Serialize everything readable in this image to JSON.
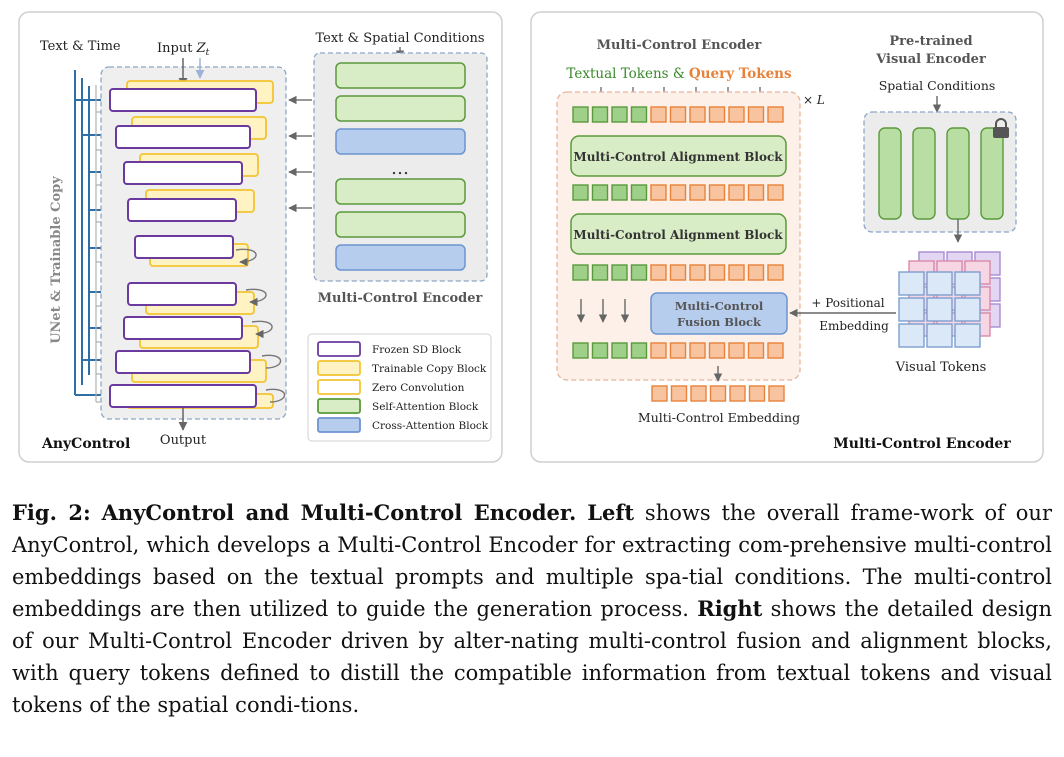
{
  "figure": {
    "left_panel": {
      "text_time_label": "Text & Time",
      "input_label_prefix": "Input ",
      "input_symbol": "Z",
      "input_subscript": "t",
      "side_label": "UNet & Trainable Copy",
      "output_label": "Output",
      "panel_title": "AnyControl",
      "conditions_label": "Text & Spatial Conditions",
      "ellipsis": "…",
      "encoder_label": "Multi-Control Encoder",
      "legend": [
        {
          "label": "Frozen SD Block",
          "fill": "#ffffff",
          "stroke": "#6b3a9e"
        },
        {
          "label": "Trainable Copy Block",
          "fill": "#fff3c4",
          "stroke": "#f3c431"
        },
        {
          "label": "Zero Convolution",
          "fill": "#ffffff",
          "stroke": "#f3c431"
        },
        {
          "label": "Self-Attention Block",
          "fill": "#d8ecc6",
          "stroke": "#5a9a3c"
        },
        {
          "label": "Cross-Attention Block",
          "fill": "#b7cdee",
          "stroke": "#6d94cf"
        }
      ]
    },
    "right_panel": {
      "encoder_header": "Multi-Control Encoder",
      "textual_tokens_label": "Textual Tokens &",
      "query_tokens_label": "Query Tokens",
      "repeat_label": "× L",
      "alignment_block_1": "Multi-Control Alignment Block",
      "alignment_block_2": "Multi-Control Alignment Block",
      "fusion_block_line1": "Multi-Control",
      "fusion_block_line2": "Fusion Block",
      "positional_line1": "+ Positional",
      "positional_line2": "Embedding",
      "pretrained_line1": "Pre-trained",
      "pretrained_line2": "Visual Encoder",
      "spatial_conditions_label": "Spatial Conditions",
      "visual_tokens_label": "Visual Tokens",
      "embedding_label": "Multi-Control Embedding",
      "panel_title": "Multi-Control Encoder"
    },
    "colors": {
      "frozen": "#6b3a9e",
      "trainable": "#f3c431",
      "self_attention_fill": "#d8ecc6",
      "self_attention_stroke": "#5a9a3c",
      "cross_attention_fill": "#b7cdee",
      "text_token_fill": "#9fd08a",
      "query_token_fill": "#f8c39f",
      "query_token_stroke": "#e8823a",
      "query_label_color": "#e8823a",
      "textual_label_color": "#3a8a2a",
      "skip_line": "#2e6fa8"
    }
  },
  "caption": {
    "fig_label": "Fig. 2:",
    "title": "AnyControl and Multi-Control Encoder.",
    "left_word": "Left",
    "text1": " shows the overall frame-work of our AnyControl, which develops a Multi-Control Encoder for extracting com-prehensive multi-control embeddings based on the textual prompts and multiple spa-tial conditions. The multi-control embeddings are then utilized to guide the generation process. ",
    "right_word": "Right",
    "text2": " shows the detailed design of our Multi-Control Encoder driven by alter-nating multi-control fusion and alignment blocks, with query tokens defined to distill the compatible information from textual tokens and visual tokens of the spatial condi-tions."
  }
}
